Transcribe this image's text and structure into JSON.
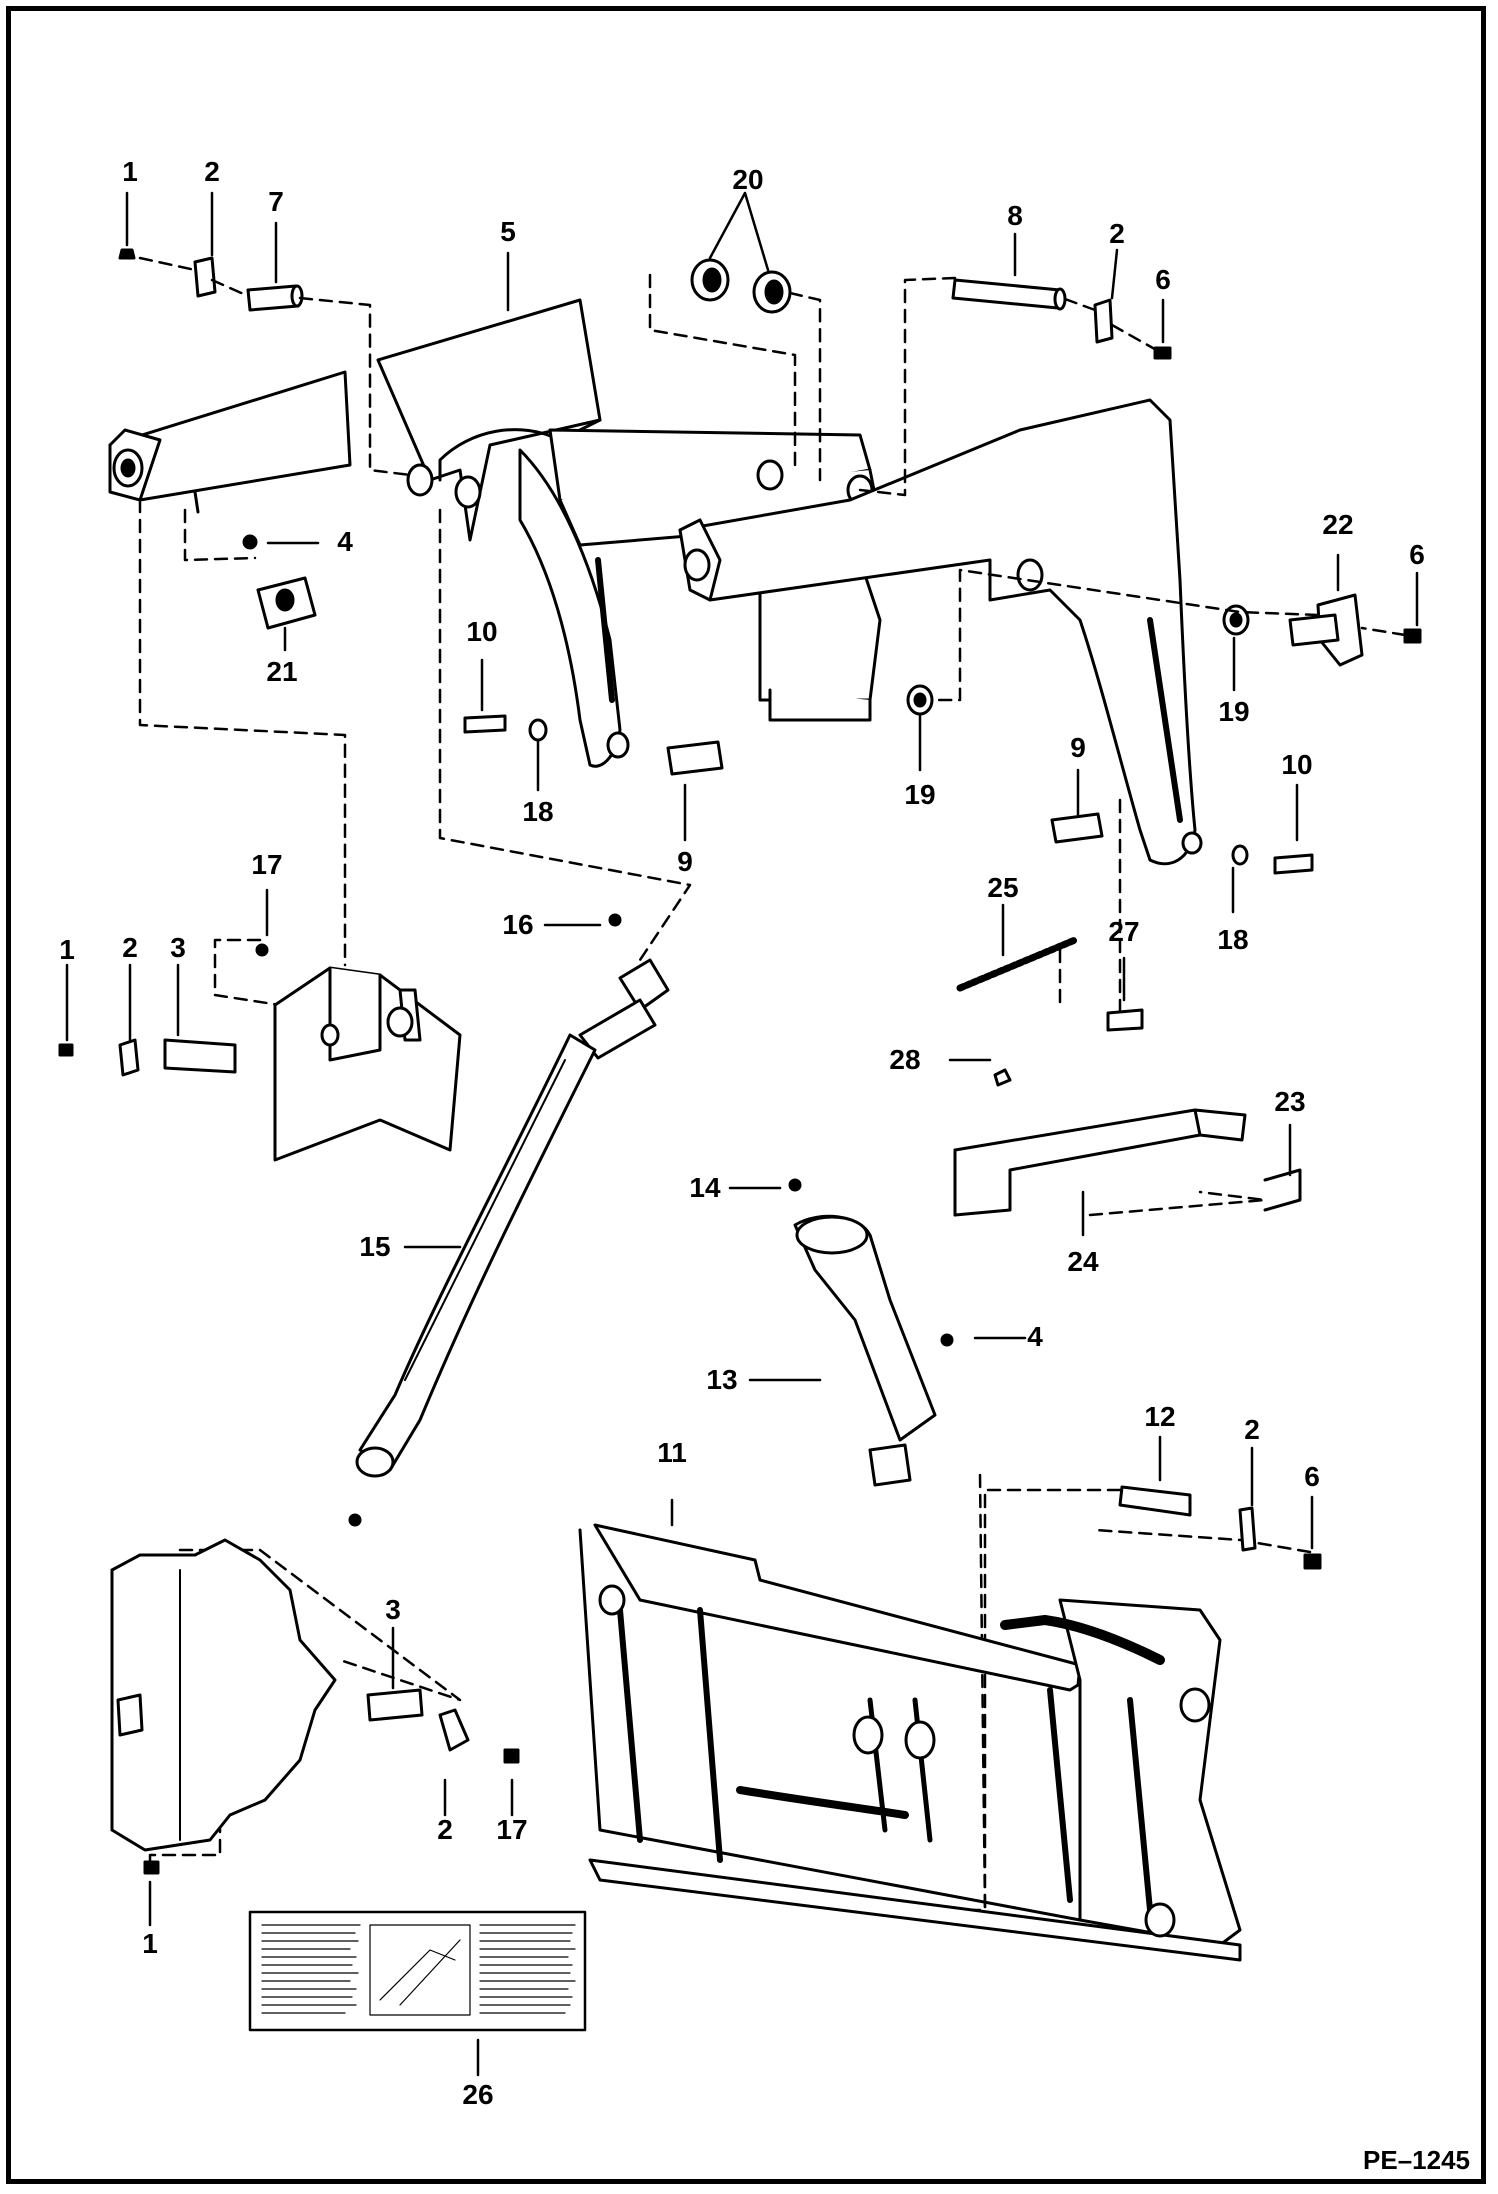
{
  "figure_code": "PE–1245",
  "decal_text": "",
  "callouts": [
    {
      "id": "c1a",
      "label": "1"
    },
    {
      "id": "c2a",
      "label": "2"
    },
    {
      "id": "c7",
      "label": "7"
    },
    {
      "id": "c5",
      "label": "5"
    },
    {
      "id": "c20",
      "label": "20"
    },
    {
      "id": "c8",
      "label": "8"
    },
    {
      "id": "c2b",
      "label": "2"
    },
    {
      "id": "c6a",
      "label": "6"
    },
    {
      "id": "c4a",
      "label": "4"
    },
    {
      "id": "c21",
      "label": "21"
    },
    {
      "id": "c22",
      "label": "22"
    },
    {
      "id": "c6b",
      "label": "6"
    },
    {
      "id": "c10a",
      "label": "10"
    },
    {
      "id": "c18a",
      "label": "18"
    },
    {
      "id": "c9a",
      "label": "9"
    },
    {
      "id": "c19a",
      "label": "19"
    },
    {
      "id": "c19b",
      "label": "19"
    },
    {
      "id": "c9b",
      "label": "9"
    },
    {
      "id": "c10b",
      "label": "10"
    },
    {
      "id": "c18b",
      "label": "18"
    },
    {
      "id": "c17a",
      "label": "17"
    },
    {
      "id": "c1b",
      "label": "1"
    },
    {
      "id": "c2c",
      "label": "2"
    },
    {
      "id": "c3a",
      "label": "3"
    },
    {
      "id": "c16",
      "label": "16"
    },
    {
      "id": "c25",
      "label": "25"
    },
    {
      "id": "c27",
      "label": "27"
    },
    {
      "id": "c28",
      "label": "28"
    },
    {
      "id": "c23",
      "label": "23"
    },
    {
      "id": "c24",
      "label": "24"
    },
    {
      "id": "c15",
      "label": "15"
    },
    {
      "id": "c14",
      "label": "14"
    },
    {
      "id": "c13",
      "label": "13"
    },
    {
      "id": "c4b",
      "label": "4"
    },
    {
      "id": "c11",
      "label": "11"
    },
    {
      "id": "c12",
      "label": "12"
    },
    {
      "id": "c2d",
      "label": "2"
    },
    {
      "id": "c6c",
      "label": "6"
    },
    {
      "id": "c3b",
      "label": "3"
    },
    {
      "id": "c2e",
      "label": "2"
    },
    {
      "id": "c17b",
      "label": "17"
    },
    {
      "id": "c1c",
      "label": "1"
    },
    {
      "id": "c26",
      "label": "26"
    }
  ]
}
